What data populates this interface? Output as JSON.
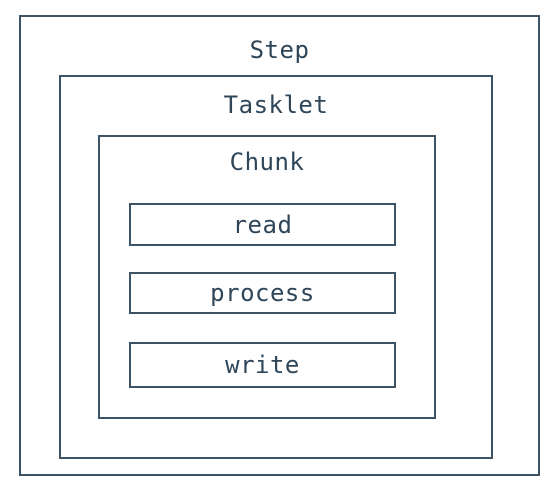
{
  "diagram": {
    "step": {
      "label": "Step"
    },
    "tasklet": {
      "label": "Tasklet"
    },
    "chunk": {
      "label": "Chunk"
    },
    "operations": [
      {
        "label": "read"
      },
      {
        "label": "process"
      },
      {
        "label": "write"
      }
    ]
  }
}
